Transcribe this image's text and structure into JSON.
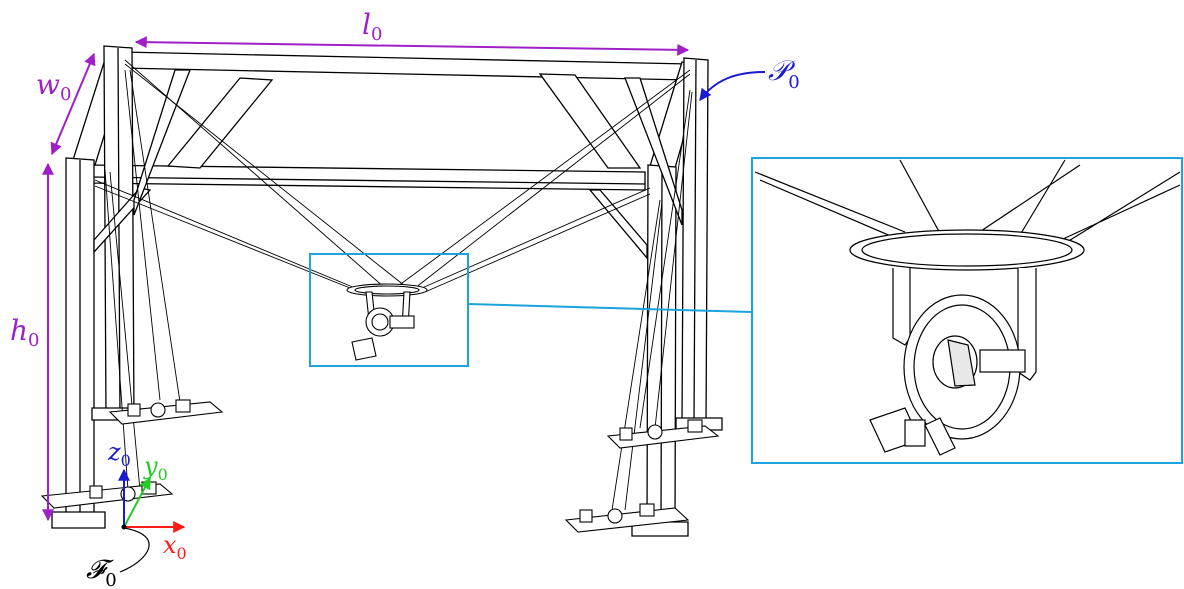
{
  "dimensions": {
    "length": {
      "base": "l",
      "sub": "0"
    },
    "width": {
      "base": "w",
      "sub": "0"
    },
    "height": {
      "base": "h",
      "sub": "0"
    }
  },
  "frame_labels": {
    "platform": {
      "base": "𝒫",
      "sub": "0"
    },
    "fixed": {
      "base": "𝓕",
      "sub": "0"
    }
  },
  "axes": {
    "x": {
      "base": "x",
      "sub": "0"
    },
    "y": {
      "base": "y",
      "sub": "0"
    },
    "z": {
      "base": "z",
      "sub": "0"
    }
  },
  "colors": {
    "dimension": "#a020c8",
    "platform_label": "#1a1ad0",
    "x_axis": "#ff1a1a",
    "y_axis": "#22cc22",
    "z_axis": "#1a1ad0",
    "zoom_box": "#1aa3dc",
    "line": "#000000"
  }
}
